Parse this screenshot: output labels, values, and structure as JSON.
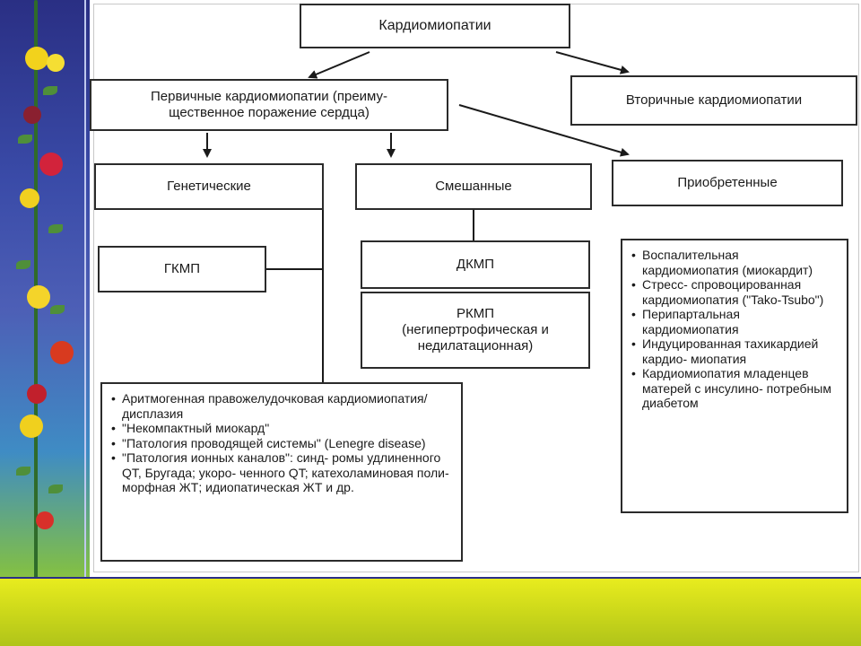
{
  "diagram": {
    "root": "Кардиомиопатии",
    "primary": "Первичные кардиомиопатии (преиму-\nщественное поражение сердца)",
    "secondary": "Вторичные кардиомиопатии",
    "genetic": "Генетические",
    "mixed": "Смешанные",
    "acquired": "Приобретенные",
    "hcm": "ГКМП",
    "dcm": "ДКМП",
    "rcm": "РКМП\n(негипертрофическая и\nнедилатационная)",
    "genetic_list": [
      "Аритмогенная правожелудочковая кардиомиопатия/дисплазия",
      "\"Некомпактный миокард\"",
      "\"Патология проводящей системы\" (Lenegre disease)",
      "\"Патология ионных каналов\": синд- ромы удлиненного QT, Бругада; укоро- ченного QT; катехоламиновая поли- морфная ЖТ; идиопатическая ЖТ и др."
    ],
    "acquired_list": [
      "Воспалительная кардиомиопатия (миокардит)",
      "Стресс- спровоцированная кардиомиопатия (\"Tako-Tsubo\")",
      "Перипартальная кардиомиопатия",
      "Индуцированная тахикардией кардио- миопатия",
      "Кардиомиопатия младенцев матерей с инсулино- потребным диабетом"
    ]
  },
  "theme": {
    "line_color": "#1a1a1a",
    "border_color": "#2b2b2b"
  }
}
